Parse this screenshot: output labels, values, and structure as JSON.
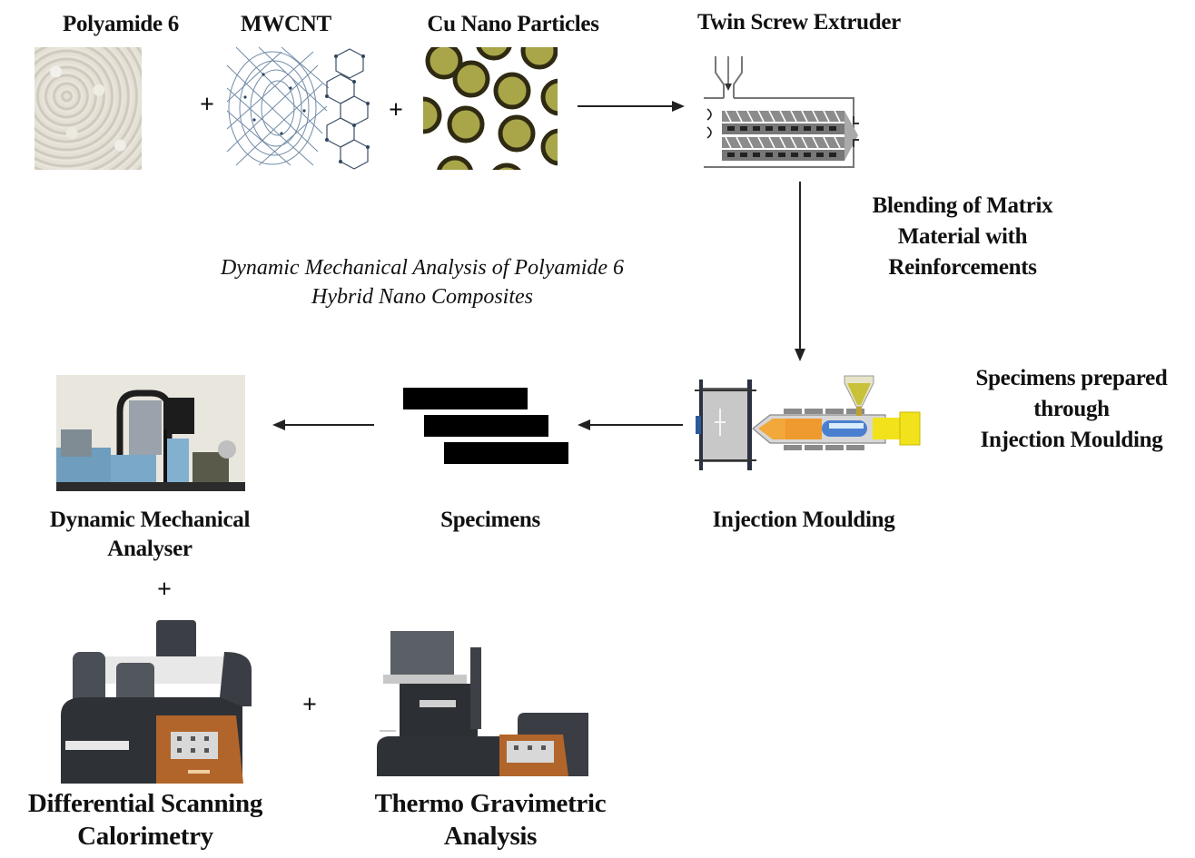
{
  "inputs": {
    "polyamide": {
      "label": "Polyamide 6"
    },
    "mwcnt": {
      "label": "MWCNT"
    },
    "cu": {
      "label": "Cu Nano Particles"
    }
  },
  "extruder": {
    "label": "Twin Screw Extruder"
  },
  "blending": {
    "lines": [
      "Blending of Matrix",
      "Material with",
      "Reinforcements"
    ]
  },
  "title": {
    "lines": [
      "Dynamic Mechanical Analysis of Polyamide 6",
      "Hybrid Nano Composites"
    ]
  },
  "injection": {
    "label": "Injection Moulding",
    "note_lines": [
      "Specimens prepared",
      "through",
      "Injection Moulding"
    ]
  },
  "specimens": {
    "label": "Specimens",
    "count": 3
  },
  "dma": {
    "lines": [
      "Dynamic Mechanical",
      "Analyser"
    ]
  },
  "dsc": {
    "lines": [
      "Differential Scanning",
      "Calorimetry"
    ]
  },
  "tga": {
    "lines": [
      "Thermo Gravimetric",
      "Analysis"
    ]
  },
  "symbols": {
    "plus": "+"
  },
  "colors": {
    "particle_fill": "#a9a64a",
    "particle_ring": "#2f2a12",
    "instrument_body": "#2e3136",
    "instrument_accent": "#b2652a",
    "injection_yellow": "#f2e21c",
    "injection_orange": "#f0a030",
    "injection_blue": "#4a7fd0",
    "arrow": "#222222"
  }
}
